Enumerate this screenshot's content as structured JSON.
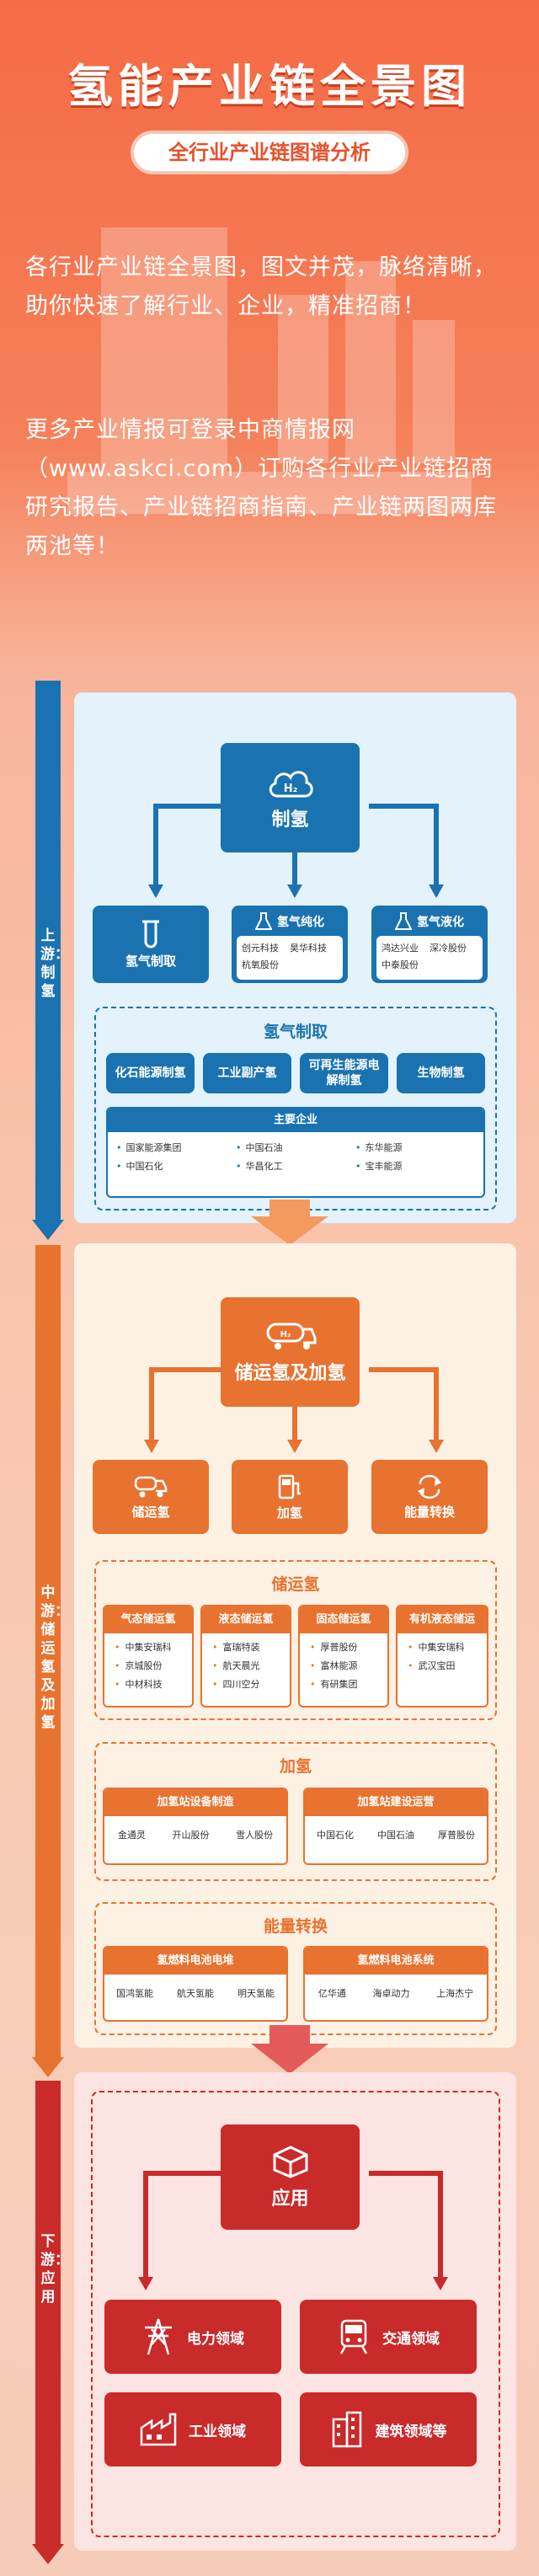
{
  "header": {
    "title": "氢能产业链全景图",
    "subtitle": "全行业产业链图谱分析",
    "intro1": "各行业产业链全景图，图文并茂，脉络清晰，助你快速了解行业、企业，精准招商！",
    "intro2": "更多产业情报可登录中商情报网（www.askci.com）订购各行业产业链招商研究报告、产业链招商指南、产业链两图两库两池等！"
  },
  "colors": {
    "upstream": "#1a73b0",
    "midstream": "#e8722f",
    "downstream": "#c92a2a"
  },
  "upstream": {
    "rail_label": "上游：制氢",
    "hub": {
      "icon_text": "H₂",
      "label": "制氢"
    },
    "branches": [
      {
        "label": "氢气制取",
        "icon": "test-tube-icon",
        "companies": []
      },
      {
        "label": "氢气纯化",
        "icon": "flask-icon",
        "companies": [
          "创元科技",
          "昊华科技",
          "杭氧股份"
        ]
      },
      {
        "label": "氢气液化",
        "icon": "flask-icon",
        "companies": [
          "鸿达兴业",
          "深冷股份",
          "中泰股份"
        ]
      }
    ],
    "section_title": "氢气制取",
    "methods": [
      "化石能源制氢",
      "工业副产氢",
      "可再生能源电解制氢",
      "生物制氢"
    ],
    "major_title": "主要企业",
    "major_companies": [
      "国家能源集团",
      "中国石油",
      "东华能源",
      "中国石化",
      "华昌化工",
      "宝丰能源"
    ]
  },
  "midstream": {
    "rail_label": "中游：储运氢及加氢",
    "hub": {
      "label": "储运氢及加氢"
    },
    "branches": [
      {
        "label": "储运氢",
        "icon": "tanker-truck-icon"
      },
      {
        "label": "加氢",
        "icon": "fuel-pump-icon"
      },
      {
        "label": "能量转换",
        "icon": "cycle-arrows-icon"
      }
    ],
    "storage": {
      "title": "储运氢",
      "cards": [
        {
          "title": "气态储运氢",
          "items": [
            "中集安瑞科",
            "京城股份",
            "中材科技"
          ]
        },
        {
          "title": "液态储运氢",
          "items": [
            "富瑞特装",
            "航天晨光",
            "四川空分"
          ]
        },
        {
          "title": "固态储运氢",
          "items": [
            "厚普股份",
            "富林能源",
            "有研集团"
          ]
        },
        {
          "title": "有机液态储运",
          "items": [
            "中集安瑞科",
            "武汉宝田"
          ]
        }
      ]
    },
    "refuel": {
      "title": "加氢",
      "cards": [
        {
          "title": "加氢站设备制造",
          "items": [
            "金通灵",
            "开山股份",
            "雪人股份"
          ]
        },
        {
          "title": "加氢站建设运营",
          "items": [
            "中国石化",
            "中国石油",
            "厚普股份"
          ]
        }
      ]
    },
    "energy": {
      "title": "能量转换",
      "cards": [
        {
          "title": "氢燃料电池电堆",
          "items": [
            "国鸿氢能",
            "航天氢能",
            "明天氢能"
          ]
        },
        {
          "title": "氢燃料电池系统",
          "items": [
            "亿华通",
            "海卓动力",
            "上海杰宁"
          ]
        }
      ]
    }
  },
  "downstream": {
    "rail_label": "下游：应用",
    "hub": {
      "label": "应用"
    },
    "fields": [
      {
        "label": "电力领域",
        "icon": "power-tower-icon"
      },
      {
        "label": "交通领域",
        "icon": "train-icon"
      },
      {
        "label": "工业领域",
        "icon": "factory-icon"
      },
      {
        "label": "建筑领域等",
        "icon": "building-icon"
      }
    ]
  }
}
